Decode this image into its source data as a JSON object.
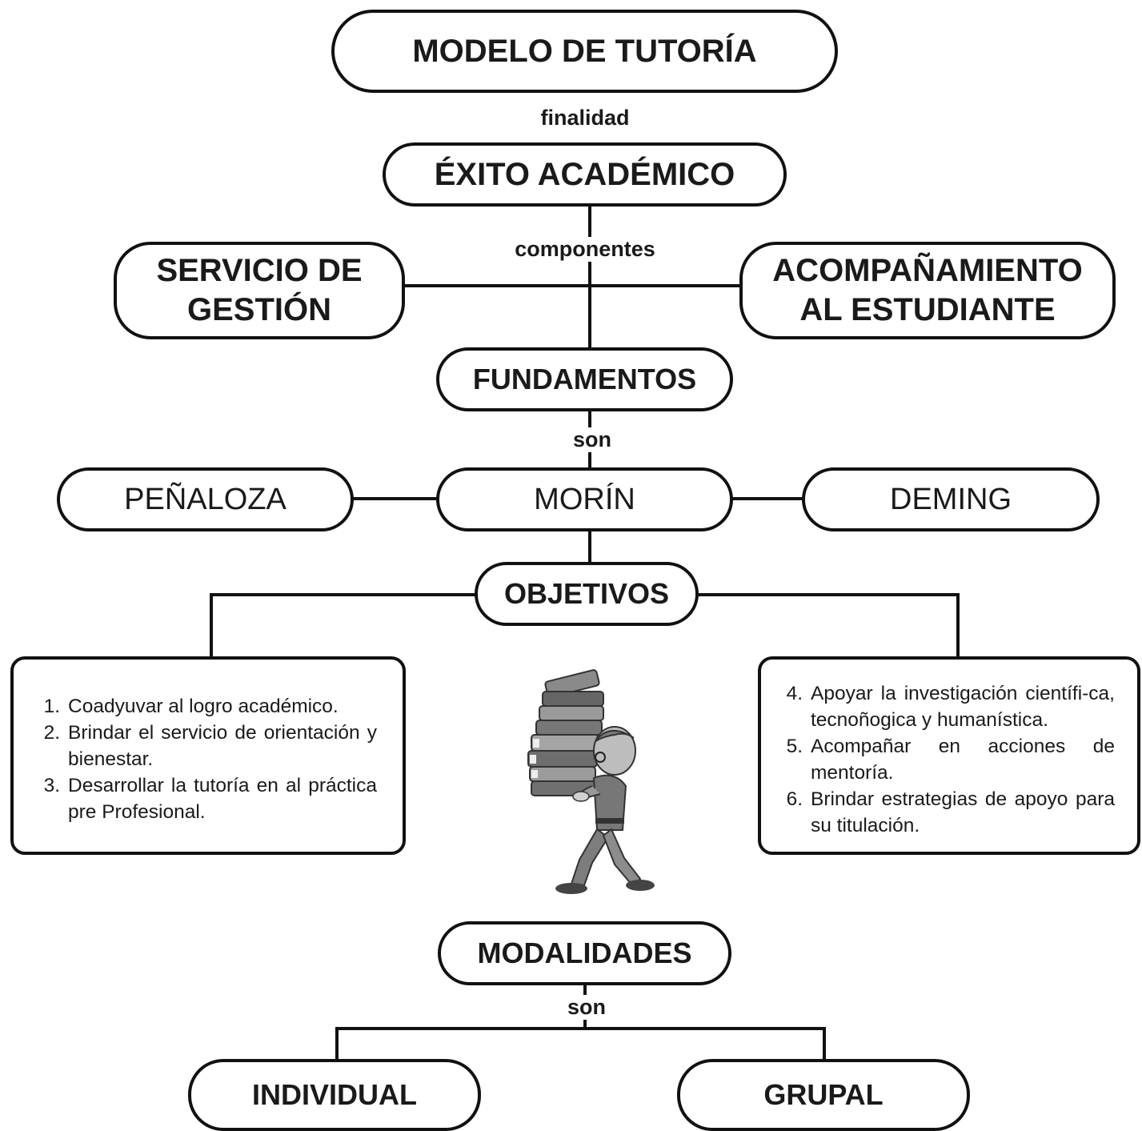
{
  "title": "MODELO DE TUTORÍA",
  "connectors": {
    "finalidad": "finalidad",
    "componentes": "componentes",
    "son_fundamentos": "son",
    "son_modalidades": "son"
  },
  "exito": "ÉXITO ACADÉMICO",
  "components": {
    "left": [
      "SERVICIO DE",
      "GESTIÓN"
    ],
    "right": [
      "ACOMPAÑAMIENTO",
      "AL ESTUDIANTE"
    ]
  },
  "fundamentos": {
    "label": "FUNDAMENTOS",
    "items": [
      "PEÑALOZA",
      "MORÍN",
      "DEMING"
    ]
  },
  "objetivos": {
    "label": "OBJETIVOS",
    "left": [
      {
        "num": "1.",
        "text": "Coadyuvar al logro académico."
      },
      {
        "num": "2.",
        "text": "Brindar el servicio de orientación y bienestar."
      },
      {
        "num": "3.",
        "text": "Desarrollar la tutoría en al práctica pre Profesional."
      }
    ],
    "right": [
      {
        "num": "4.",
        "text": "Apoyar la investigación científi-ca, tecnoñogica y humanística."
      },
      {
        "num": "5.",
        "text": "Acompañar en acciones de mentoría."
      },
      {
        "num": "6.",
        "text": "Brindar estrategias de apoyo para su titulación."
      }
    ]
  },
  "modalidades": {
    "label": "MODALIDADES",
    "items": [
      "INDIVIDUAL",
      "GRUPAL"
    ]
  },
  "illustration_icon": "person-carrying-books-icon"
}
